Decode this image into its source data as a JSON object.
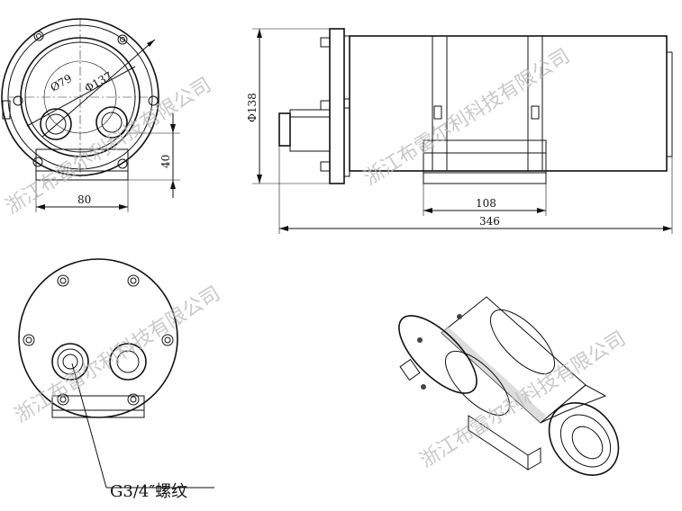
{
  "front_view": {
    "outer_diameter_label": "Φ137",
    "inner_diameter_label": "Ø79",
    "width_label": "80",
    "height_label": "40"
  },
  "side_view": {
    "diameter_label": "Φ138",
    "bracket_width_label": "108",
    "total_length_label": "346"
  },
  "rear_view": {
    "thread_label": "G3/4″螺纹"
  },
  "watermark": {
    "text": "浙江布雷尔利科技有限公司"
  }
}
